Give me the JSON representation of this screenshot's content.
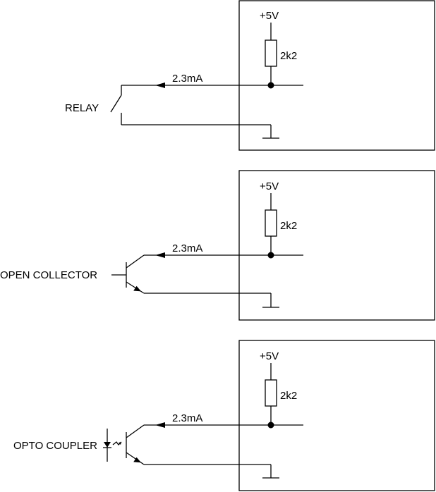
{
  "circuits": [
    {
      "input_label": "RELAY",
      "supply_label": "+5V",
      "resistor_label": "2k2",
      "current_label": "2.3mA"
    },
    {
      "input_label": "OPEN COLLECTOR",
      "supply_label": "+5V",
      "resistor_label": "2k2",
      "current_label": "2.3mA"
    },
    {
      "input_label": "OPTO COUPLER",
      "supply_label": "+5V",
      "resistor_label": "2k2",
      "current_label": "2.3mA"
    }
  ]
}
